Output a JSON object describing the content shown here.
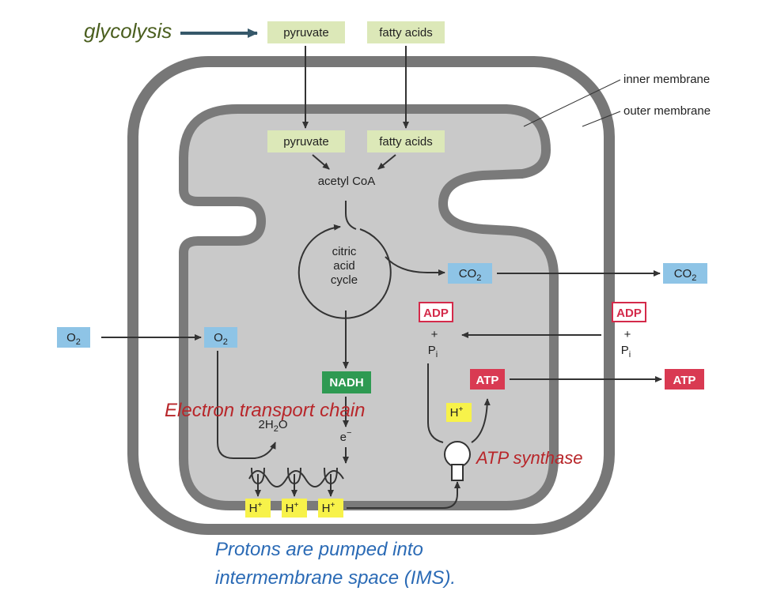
{
  "title_glycolysis": "glycolysis",
  "labels": {
    "pyruvate_top": "pyruvate",
    "fatty_acids_top": "fatty acids",
    "pyruvate_in": "pyruvate",
    "fatty_acids_in": "fatty acids",
    "acetyl_coa": "acetyl CoA",
    "citric1": "citric",
    "citric2": "acid",
    "citric3": "cycle",
    "co2_in": "CO",
    "co2_out": "CO",
    "co2_sub": "2",
    "adp_in": "ADP",
    "adp_out": "ADP",
    "plus": "+",
    "pi": "P",
    "pi_sub": "i",
    "o2_out": "O",
    "o2_in": "O",
    "o2_sub": "2",
    "nadh": "NADH",
    "atp_in": "ATP",
    "atp_out": "ATP",
    "h_plus": "H",
    "h_sup": "+",
    "water": "2H",
    "water_sub": "2",
    "water_o": "O",
    "electron": "e",
    "electron_sup": "−",
    "inner_membrane": "inner membrane",
    "outer_membrane": "outer membrane"
  },
  "annotations": {
    "etc": "Electron transport chain",
    "atp_synthase": "ATP synthase",
    "protons1": "Protons are pumped into",
    "protons2": "intermembrane space (IMS)."
  },
  "colors": {
    "green_box": "#dce8b8",
    "blue_box": "#8ec4e6",
    "red_box": "#d93a52",
    "nadh_box": "#2e9a52",
    "yellow_box": "#f7f24a",
    "matrix": "#c9c9c9",
    "membrane": "#777777",
    "glycolysis_text": "#4a5e1e",
    "red_text": "#b8262a",
    "blue_text": "#2a6ab5",
    "arrow_glycolysis": "#36586a"
  }
}
